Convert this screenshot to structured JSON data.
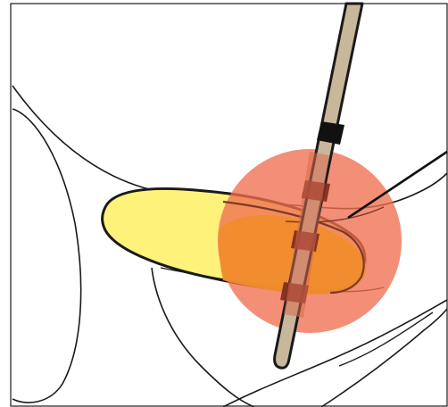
{
  "colors": {
    "background": "#ffffff",
    "outline": "#1a1a1a",
    "target_fill": "#fff27a",
    "target_overlap_fill": "#f08c2d",
    "lesion_fill": "#ef6f4f",
    "lesion_opacity": "0.78",
    "probe_shaft": "#c8b79a",
    "probe_band_dark": "#7a2a1e",
    "probe_band_black": "#111111",
    "leader_line": "#111111"
  },
  "diagram": {
    "elements": [
      "frame-border",
      "anatomy-outline-left-lobe",
      "anatomy-outline-lower-curve",
      "anatomy-outline-bottom-right-curves",
      "target-structure",
      "ablation-zone-circle",
      "probe-needle",
      "probe-marker-bands",
      "leader-line"
    ]
  }
}
